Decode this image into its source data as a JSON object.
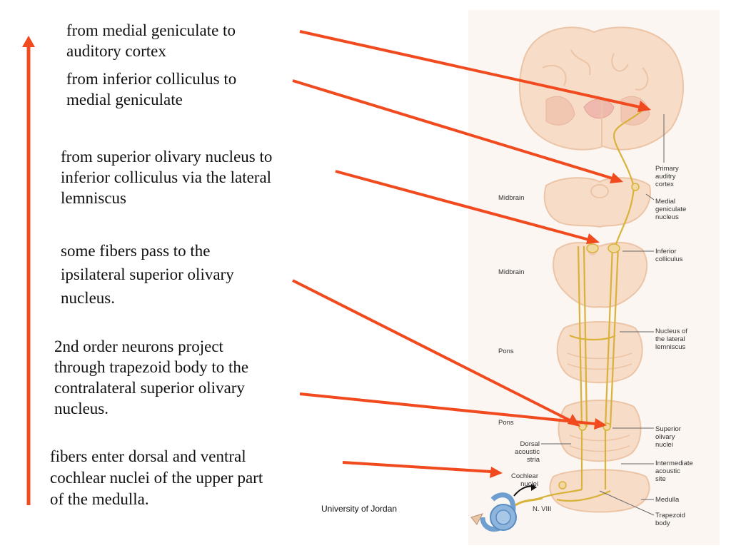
{
  "notes": [
    {
      "id": "note-mgn-cortex",
      "text": "from medial geniculate to\nauditory cortex"
    },
    {
      "id": "note-ic-mgn",
      "text": "from inferior colliculus to\nmedial geniculate"
    },
    {
      "id": "note-son-ic",
      "text": "from superior olivary nucleus to\ninferior colliculus via the lateral\nlemniscus"
    },
    {
      "id": "note-ipsilateral",
      "text": "some fibers pass to the\nipsilateral superior olivary\nnucleus."
    },
    {
      "id": "note-2nd-order",
      "text": "2nd order neurons project\nthrough trapezoid body to the\ncontralateral superior olivary\nnucleus."
    },
    {
      "id": "note-cochlear-entry",
      "text": "fibers enter dorsal and ventral\ncochlear nuclei of the upper part\nof the medulla."
    }
  ],
  "credit": "University of Jordan",
  "figure_labels": {
    "primary_auditory_cortex": "Primary\nauditry\ncortex",
    "medial_geniculate_nucleus": "Medial\ngeniculate\nnucleus",
    "inferior_colliculus": "Inferior\ncolliculus",
    "nucleus_lateral_lemniscus": "Nucleus of\nthe lateral\nlemniscus",
    "superior_olivary_nuclei": "Superior\nolivary\nnuclei",
    "intermediate_acoustic_site": "Intermediate\nacoustic\nsite",
    "medulla": "Medulla",
    "trapezoid_body": "Trapezoid\nbody",
    "midbrain_upper": "Midbrain",
    "midbrain_lower": "Midbrain",
    "pons_upper": "Pons",
    "pons_lower": "Pons",
    "dorsal_acoustic_stria": "Dorsal\nacoustic\nstria",
    "cochlear_nuclei": "Cochlear\nnuclei",
    "n_viii": "N. VIII"
  },
  "colors": {
    "arrow": "#f04a1e",
    "brain_fill": "#f7dcc8",
    "brain_stroke": "#ecc4a6",
    "pathway": "#d9b23a",
    "ear": "#6f9fd0"
  }
}
